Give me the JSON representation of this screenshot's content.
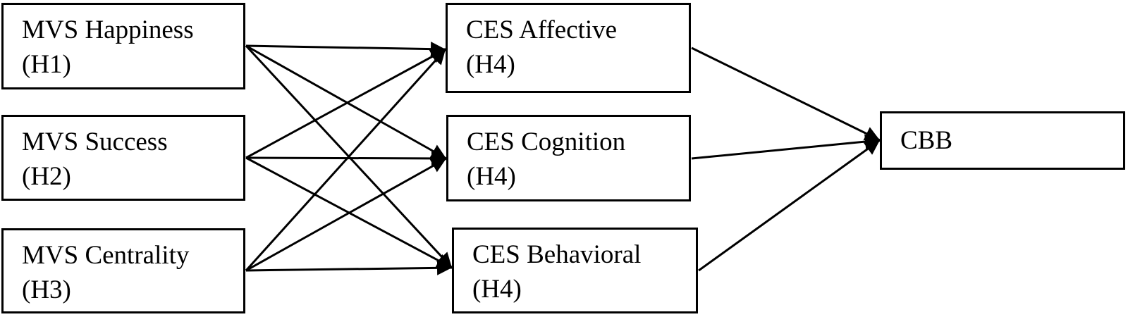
{
  "diagram": {
    "type": "path-model",
    "background_color": "#ffffff",
    "box_fill": "#ffffff",
    "box_border_color": "#000000",
    "arrow_color": "#000000",
    "text_color": "#000000",
    "left_boxes": [
      {
        "id": "mvs-happiness",
        "label": "MVS Happiness",
        "hypothesis": "(H1)"
      },
      {
        "id": "mvs-success",
        "label": "MVS Success",
        "hypothesis": "(H2)"
      },
      {
        "id": "mvs-centrality",
        "label": "MVS Centrality",
        "hypothesis": "(H3)"
      }
    ],
    "middle_boxes": [
      {
        "id": "ces-affective",
        "label": "CES Affective",
        "hypothesis": "(H4)"
      },
      {
        "id": "ces-cognition",
        "label": "CES Cognition",
        "hypothesis": "(H4)"
      },
      {
        "id": "ces-behavioral",
        "label": "CES Behavioral",
        "hypothesis": "(H4)"
      }
    ],
    "outcome_box": {
      "id": "cbb",
      "label": "CBB"
    },
    "edges": [
      {
        "from": "mvs-happiness",
        "to": "ces-affective"
      },
      {
        "from": "mvs-happiness",
        "to": "ces-cognition"
      },
      {
        "from": "mvs-happiness",
        "to": "ces-behavioral"
      },
      {
        "from": "mvs-success",
        "to": "ces-affective"
      },
      {
        "from": "mvs-success",
        "to": "ces-cognition"
      },
      {
        "from": "mvs-success",
        "to": "ces-behavioral"
      },
      {
        "from": "mvs-centrality",
        "to": "ces-affective"
      },
      {
        "from": "mvs-centrality",
        "to": "ces-cognition"
      },
      {
        "from": "mvs-centrality",
        "to": "ces-behavioral"
      },
      {
        "from": "ces-affective",
        "to": "cbb"
      },
      {
        "from": "ces-cognition",
        "to": "cbb"
      },
      {
        "from": "ces-behavioral",
        "to": "cbb"
      }
    ]
  }
}
